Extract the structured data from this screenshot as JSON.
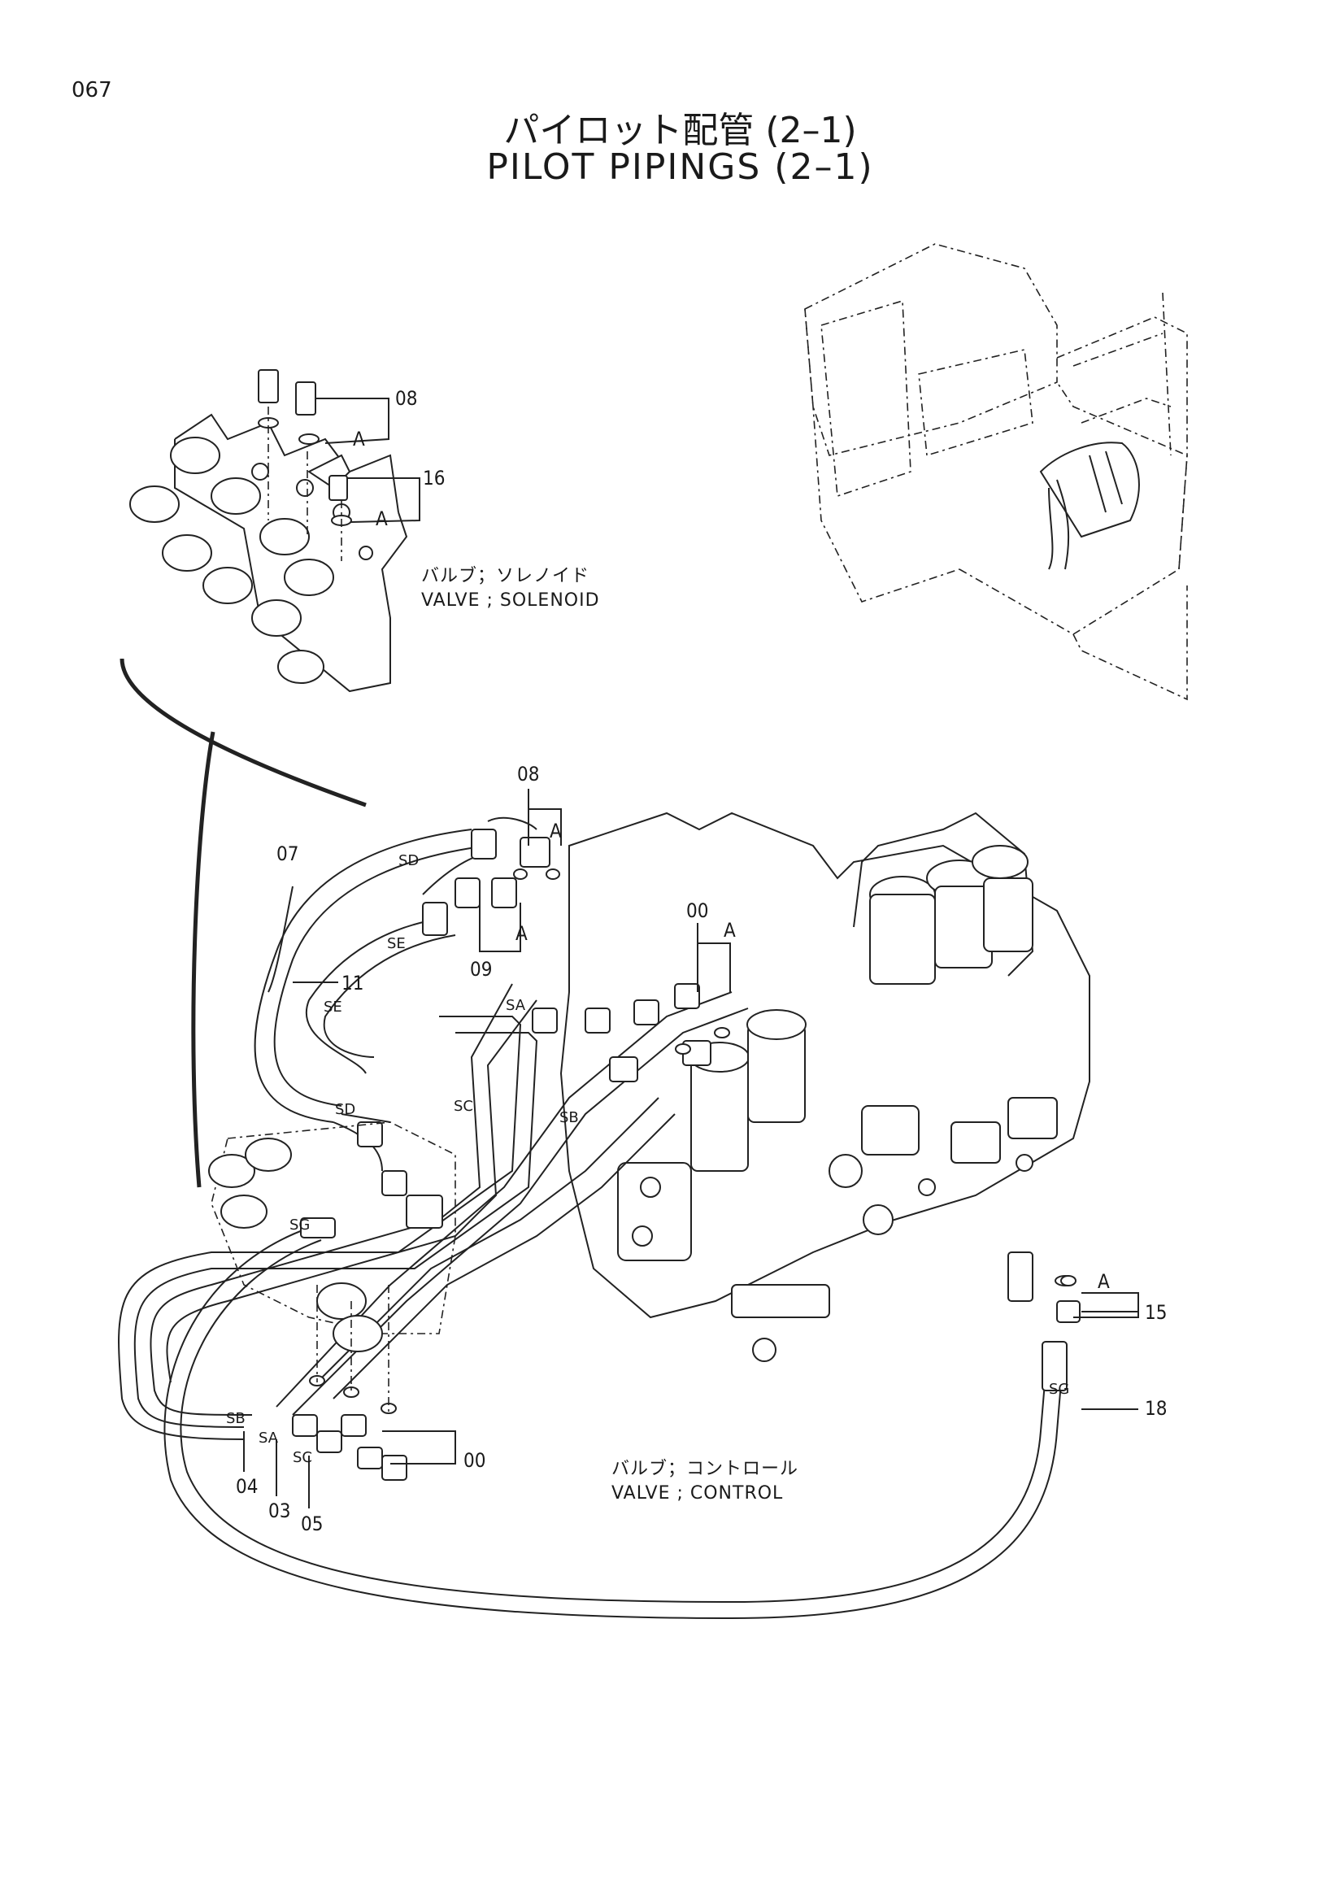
{
  "page_number": "067",
  "title_jp": "パイロット配管 (2–1)",
  "title_en": "PILOT PIPINGS (2–1)",
  "captions": {
    "solenoid_jp": "バルブ；ソレノイド",
    "solenoid_en": "VALVE ; SOLENOID",
    "control_jp": "バルブ；コントロール",
    "control_en": "VALVE ; CONTROL"
  },
  "part_numbers": {
    "p08_top": "08",
    "p16": "16",
    "p08_mid": "08",
    "p07": "07",
    "p11": "11",
    "p09": "09",
    "p00_top": "00",
    "p15": "15",
    "p18": "18",
    "p00_bottom": "00",
    "p04": "04",
    "p03": "03",
    "p05": "05"
  },
  "ring_marks": {
    "a1": "A",
    "a2": "A",
    "a3": "A",
    "a4": "A",
    "a5": "A",
    "a6": "A"
  },
  "hose_codes": {
    "sd1": "SD",
    "se1": "SE",
    "se2": "SE",
    "sa1": "SA",
    "sd2": "SD",
    "sc1": "SC",
    "sb1": "SB",
    "sg1": "SG",
    "sb2": "SB",
    "sa2": "SA",
    "sc2": "SC",
    "sg2": "SG"
  }
}
